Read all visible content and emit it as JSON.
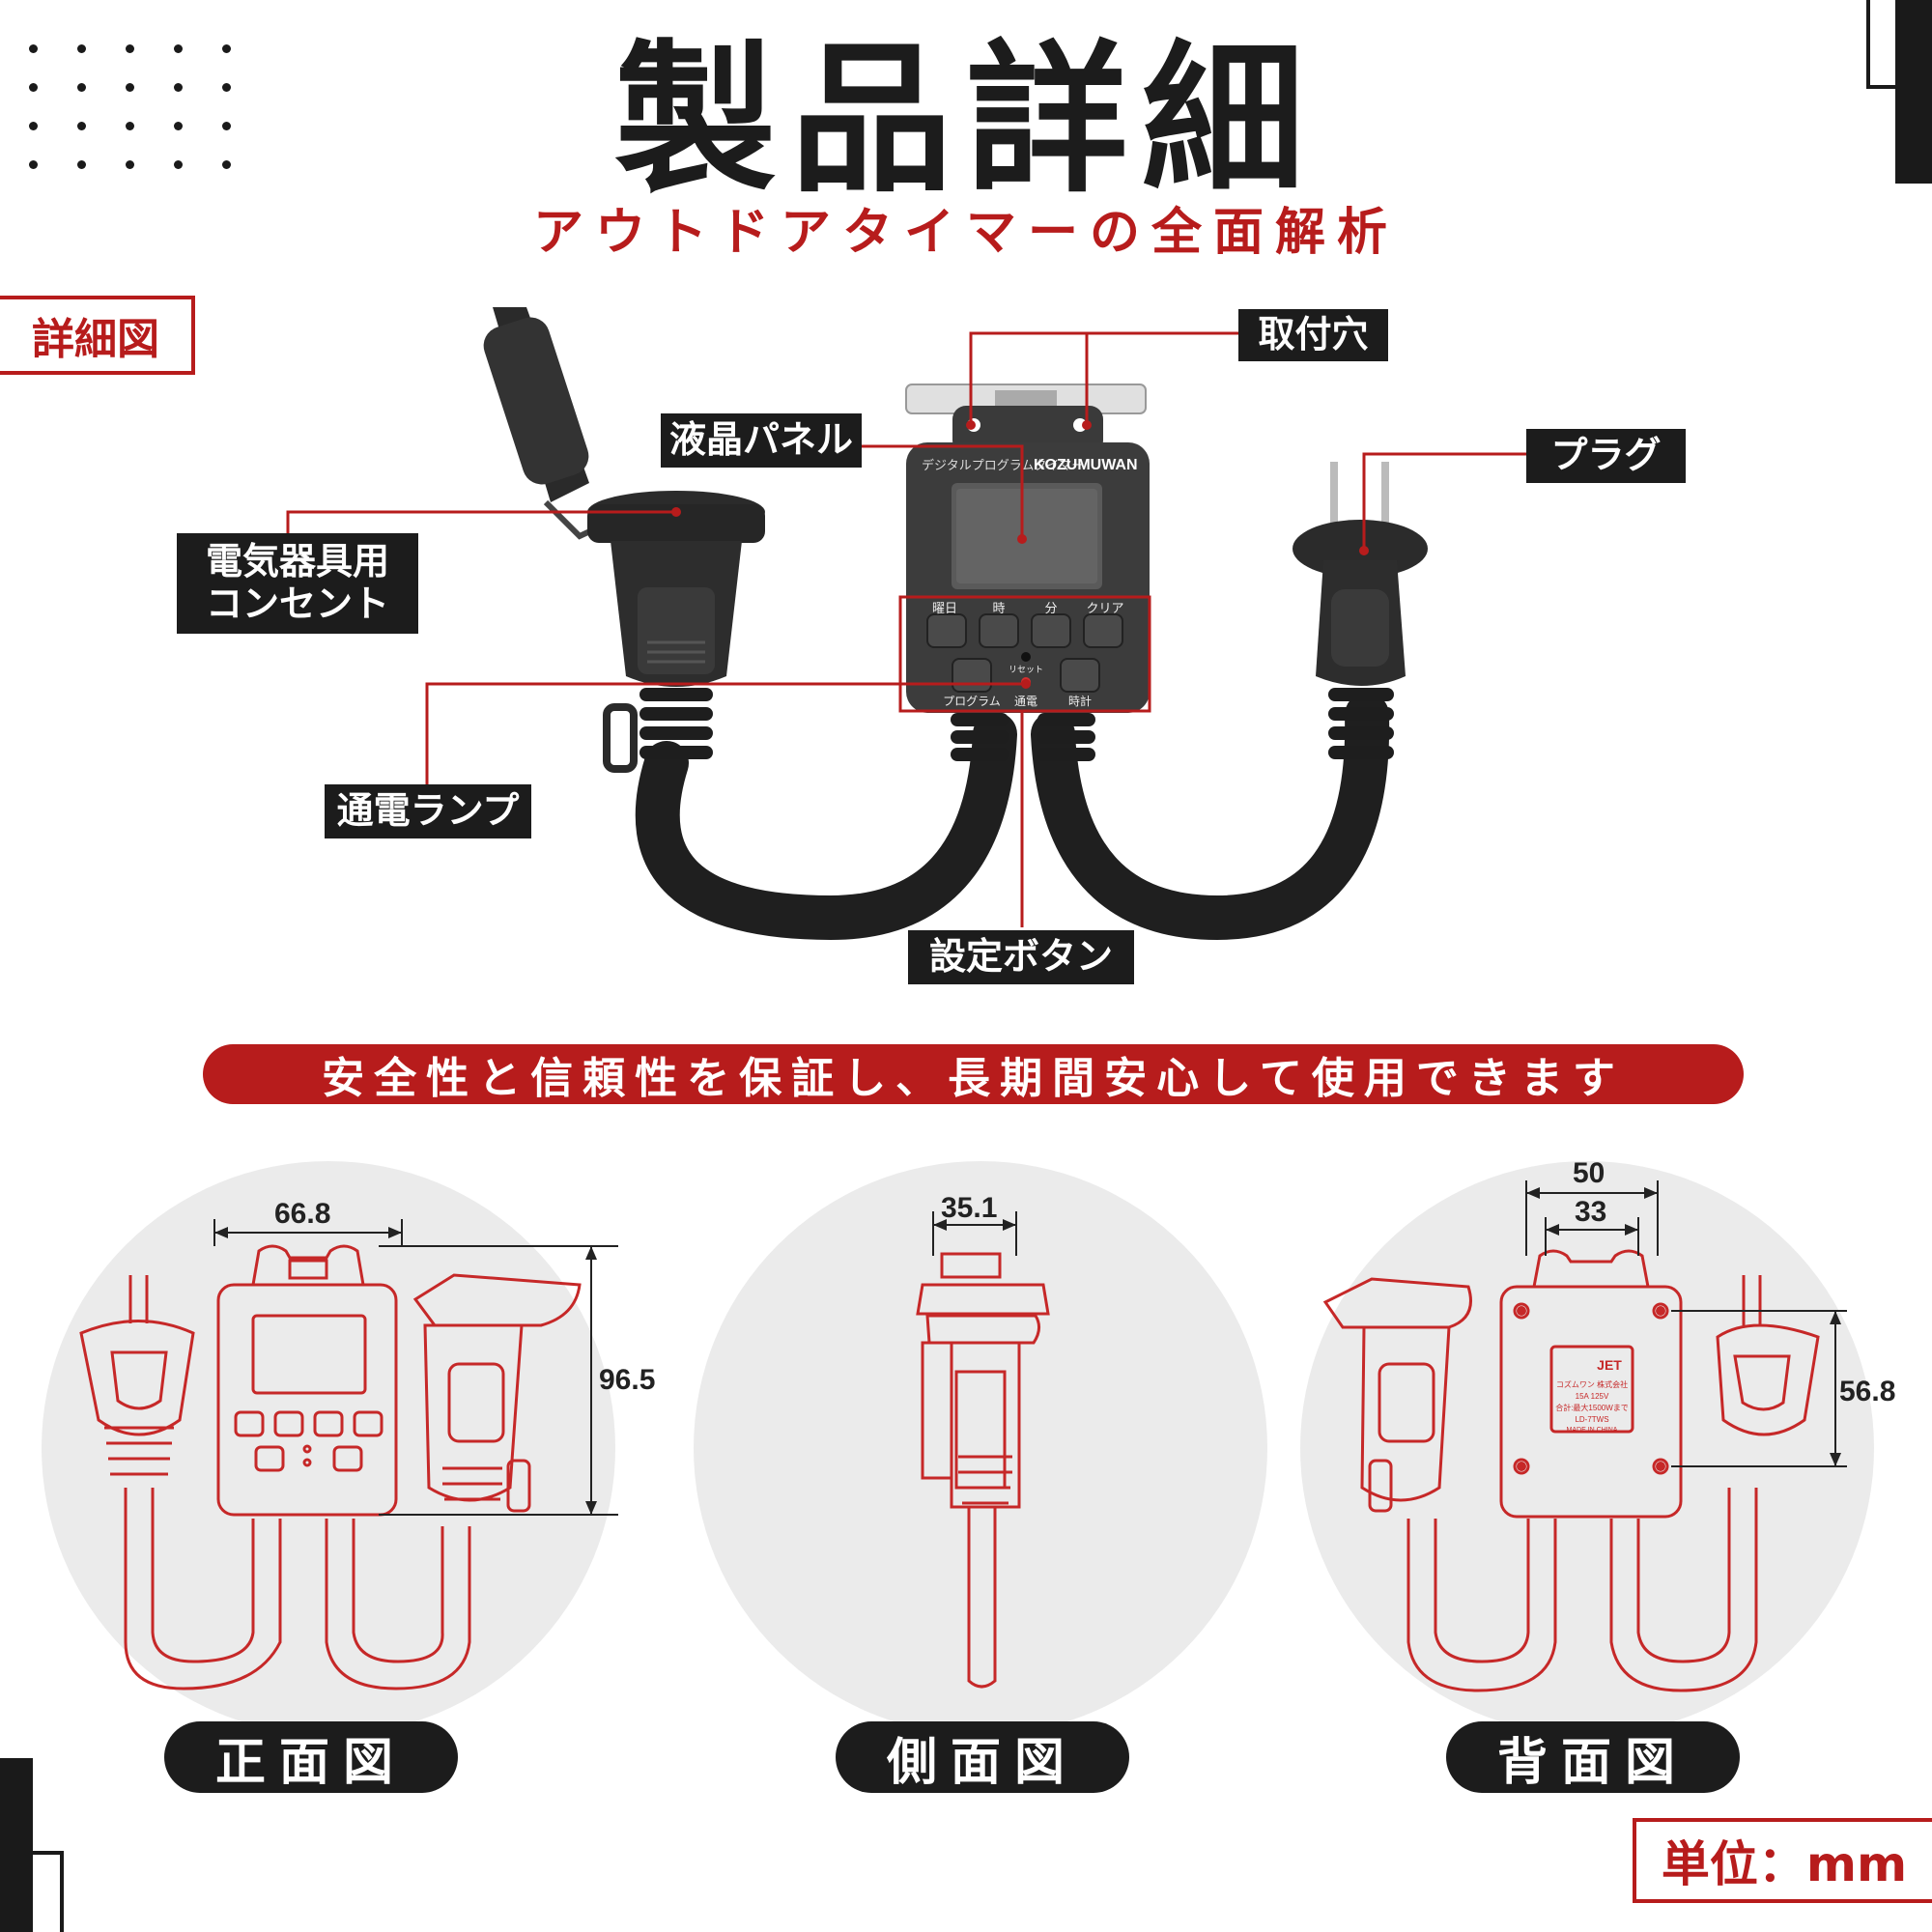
{
  "header": {
    "title": "製品詳細",
    "subtitle": "アウトドアタイマーの全面解析"
  },
  "section_tag": "詳細図",
  "callouts": {
    "mounting_holes": "取付穴",
    "lcd_panel": "液晶パネル",
    "plug": "プラグ",
    "outlet": "電気器具用\nコンセント",
    "power_lamp": "通電ランプ",
    "setting_buttons": "設定ボタン"
  },
  "device": {
    "model_label": "デジタルプログラムタイマー",
    "brand": "KOZUMUWAN",
    "buttons_top": [
      "曜日",
      "時",
      "分",
      "クリア"
    ],
    "reset_label": "リセット",
    "buttons_bottom": [
      "プログラム",
      "通電",
      "時計"
    ]
  },
  "banner": "安全性と信頼性を保証し、長期間安心して使用できます",
  "views": {
    "front": {
      "label": "正面図",
      "width": "66.8",
      "height": "96.5"
    },
    "side": {
      "label": "側面図",
      "depth": "35.1"
    },
    "back": {
      "label": "背面図",
      "outer_width": "50",
      "inner_width": "33",
      "hole_spacing": "56.8",
      "nameplate": [
        "JET",
        "コズムワン 株式会社",
        "15A 125V",
        "合計:最大1500Wまで",
        "LD-7TWS",
        "MADE IN CHINA"
      ]
    }
  },
  "unit_label": "単位：mm",
  "colors": {
    "accent": "#b71c1c",
    "dark": "#1c1c1c",
    "line_art": "#c62828",
    "circle_bg": "#ebebeb"
  }
}
